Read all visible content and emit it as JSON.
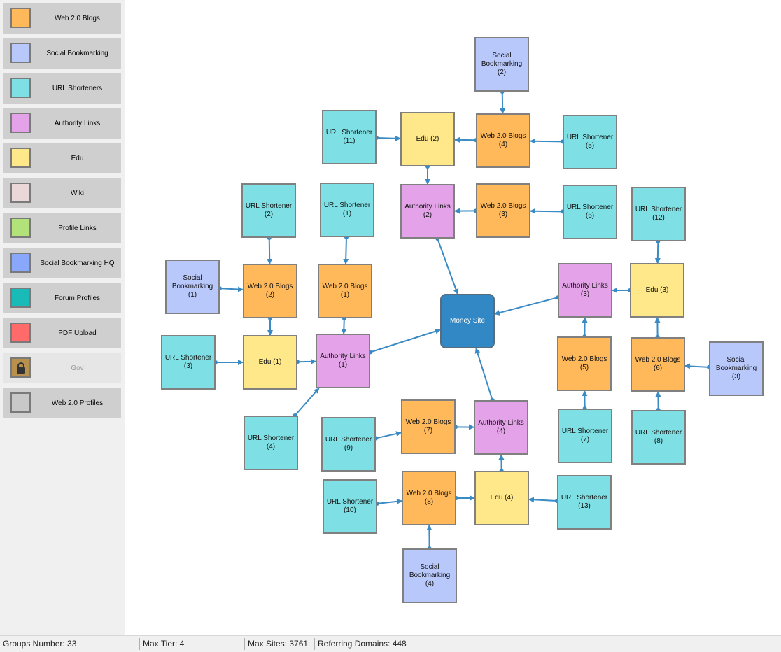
{
  "colors": {
    "web20": "#ffb95a",
    "social": "#b8c8fb",
    "url": "#7ee0e4",
    "authority": "#e4a2e8",
    "edu": "#ffe88a",
    "wiki": "#ead8d8",
    "profile": "#b1e37a",
    "socialhq": "#8aa8fb",
    "forum": "#18bbb7",
    "pdf": "#ff6b6b",
    "gov": "#b8914e",
    "web20profiles": "#c8c8c8",
    "money": "#3288c4",
    "edge": "#3a8ac3"
  },
  "palette": [
    {
      "label": "Web 2.0 Blogs",
      "color": "web20",
      "icon": "color-swatch"
    },
    {
      "label": "Social Bookmarking",
      "color": "social",
      "icon": "color-swatch"
    },
    {
      "label": "URL Shorteners",
      "color": "url",
      "icon": "color-swatch"
    },
    {
      "label": "Authority Links",
      "color": "authority",
      "icon": "color-swatch"
    },
    {
      "label": "Edu",
      "color": "edu",
      "icon": "color-swatch"
    },
    {
      "label": "Wiki",
      "color": "wiki",
      "icon": "color-swatch"
    },
    {
      "label": "Profile Links",
      "color": "profile",
      "icon": "color-swatch"
    },
    {
      "label": "Social Bookmarking HQ",
      "color": "socialhq",
      "icon": "color-swatch"
    },
    {
      "label": "Forum Profiles",
      "color": "forum",
      "icon": "color-swatch"
    },
    {
      "label": "PDF Upload",
      "color": "pdf",
      "icon": "color-swatch"
    },
    {
      "label": "Gov",
      "color": "gov",
      "icon": "lock-icon",
      "disabled": true
    },
    {
      "label": "Web 2.0 Profiles",
      "color": "web20profiles",
      "icon": "color-swatch"
    }
  ],
  "nodes": [
    {
      "id": "money",
      "label": "Money Site",
      "type": "money"
    },
    {
      "id": "sb2",
      "label": "Social Bookmarking (2)",
      "type": "social"
    },
    {
      "id": "url11",
      "label": "URL Shortener (11)",
      "type": "url"
    },
    {
      "id": "edu2",
      "label": "Edu (2)",
      "type": "edu"
    },
    {
      "id": "w4",
      "label": "Web 2.0 Blogs (4)",
      "type": "web20"
    },
    {
      "id": "url5",
      "label": "URL Shortener (5)",
      "type": "url"
    },
    {
      "id": "url2",
      "label": "URL Shortener (2)",
      "type": "url"
    },
    {
      "id": "url1",
      "label": "URL Shortener (1)",
      "type": "url"
    },
    {
      "id": "auth2",
      "label": "Authority Links (2)",
      "type": "authority"
    },
    {
      "id": "w3",
      "label": "Web 2.0 Blogs (3)",
      "type": "web20"
    },
    {
      "id": "url6",
      "label": "URL Shortener (6)",
      "type": "url"
    },
    {
      "id": "url12",
      "label": "URL Shortener (12)",
      "type": "url"
    },
    {
      "id": "sb1",
      "label": "Social Bookmarking (1)",
      "type": "social"
    },
    {
      "id": "w2",
      "label": "Web 2.0 Blogs (2)",
      "type": "web20"
    },
    {
      "id": "w1",
      "label": "Web 2.0 Blogs (1)",
      "type": "web20"
    },
    {
      "id": "auth3",
      "label": "Authority Links (3)",
      "type": "authority"
    },
    {
      "id": "edu3",
      "label": "Edu (3)",
      "type": "edu"
    },
    {
      "id": "url3",
      "label": "URL Shortener (3)",
      "type": "url"
    },
    {
      "id": "edu1",
      "label": "Edu (1)",
      "type": "edu"
    },
    {
      "id": "auth1",
      "label": "Authority Links (1)",
      "type": "authority"
    },
    {
      "id": "w5",
      "label": "Web 2.0 Blogs (5)",
      "type": "web20"
    },
    {
      "id": "w6",
      "label": "Web 2.0 Blogs (6)",
      "type": "web20"
    },
    {
      "id": "sb3",
      "label": "Social Bookmarking (3)",
      "type": "social"
    },
    {
      "id": "url4",
      "label": "URL Shortener (4)",
      "type": "url"
    },
    {
      "id": "url9",
      "label": "URL Shortener (9)",
      "type": "url"
    },
    {
      "id": "w7",
      "label": "Web 2.0 Blogs (7)",
      "type": "web20"
    },
    {
      "id": "auth4",
      "label": "Authority Links (4)",
      "type": "authority"
    },
    {
      "id": "url7",
      "label": "URL Shortener (7)",
      "type": "url"
    },
    {
      "id": "url8",
      "label": "URL Shortener (8)",
      "type": "url"
    },
    {
      "id": "url10",
      "label": "URL Shortener (10)",
      "type": "url"
    },
    {
      "id": "w8",
      "label": "Web 2.0 Blogs (8)",
      "type": "web20"
    },
    {
      "id": "edu4",
      "label": "Edu (4)",
      "type": "edu"
    },
    {
      "id": "url13",
      "label": "URL Shortener (13)",
      "type": "url"
    },
    {
      "id": "sb4",
      "label": "Social Bookmarking (4)",
      "type": "social"
    }
  ],
  "edges": [
    [
      "sb2",
      "w4"
    ],
    [
      "url5",
      "w4"
    ],
    [
      "w4",
      "edu2"
    ],
    [
      "url11",
      "edu2"
    ],
    [
      "edu2",
      "auth2"
    ],
    [
      "url6",
      "w3"
    ],
    [
      "w3",
      "auth2"
    ],
    [
      "auth2",
      "money"
    ],
    [
      "url2",
      "w2"
    ],
    [
      "sb1",
      "w2"
    ],
    [
      "w2",
      "edu1"
    ],
    [
      "url3",
      "edu1"
    ],
    [
      "edu1",
      "auth1"
    ],
    [
      "url1",
      "w1"
    ],
    [
      "w1",
      "auth1"
    ],
    [
      "url4",
      "auth1"
    ],
    [
      "auth1",
      "money"
    ],
    [
      "url12",
      "edu3"
    ],
    [
      "edu3",
      "auth3"
    ],
    [
      "auth3",
      "money"
    ],
    [
      "w5",
      "auth3"
    ],
    [
      "url7",
      "w5"
    ],
    [
      "w6",
      "edu3"
    ],
    [
      "sb3",
      "w6"
    ],
    [
      "url8",
      "w6"
    ],
    [
      "url9",
      "w7"
    ],
    [
      "w7",
      "auth4"
    ],
    [
      "edu4",
      "auth4"
    ],
    [
      "auth4",
      "money"
    ],
    [
      "url10",
      "w8"
    ],
    [
      "w8",
      "edu4"
    ],
    [
      "url13",
      "edu4"
    ],
    [
      "sb4",
      "w8"
    ]
  ],
  "status": {
    "groups": "Groups Number: 33",
    "tier": "Max Tier: 4",
    "sites": "Max Sites: 3761",
    "domains": "Referring Domains: 448"
  }
}
